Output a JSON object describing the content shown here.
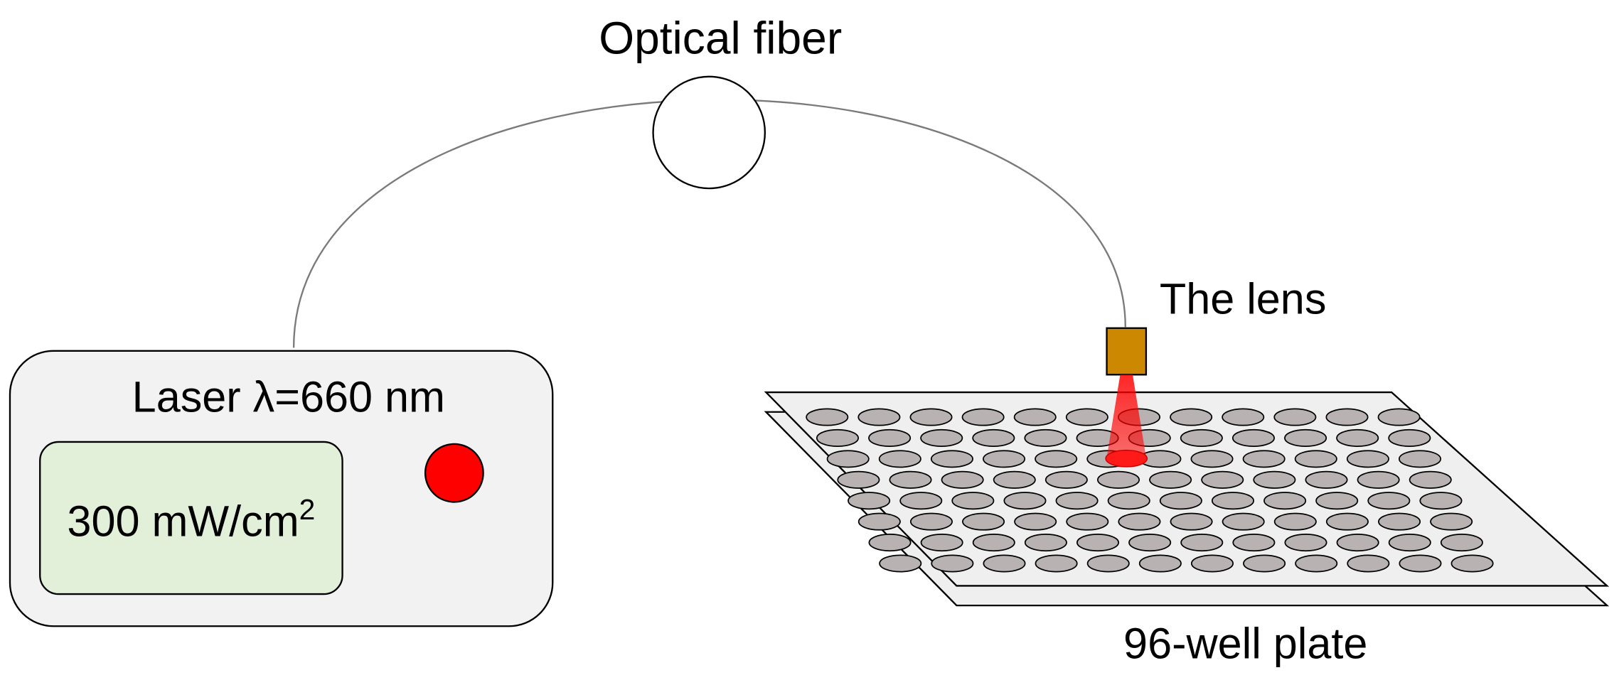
{
  "labels": {
    "optical_fiber": "Optical fiber",
    "lens": "The lens",
    "laser": "Laser λ=660 nm",
    "power_value": "300 mW/cm",
    "power_superscript": "2",
    "plate": "96-well plate"
  },
  "plate": {
    "rows": 8,
    "columns": 12
  },
  "colors": {
    "laser_body": "#f2f2f2",
    "display_panel": "#e2f0d9",
    "indicator": "#ff0000",
    "lens": "#cc8800",
    "well": "#b8b2b2",
    "plate_fill": "#efefef",
    "beam": "#ff0000"
  }
}
